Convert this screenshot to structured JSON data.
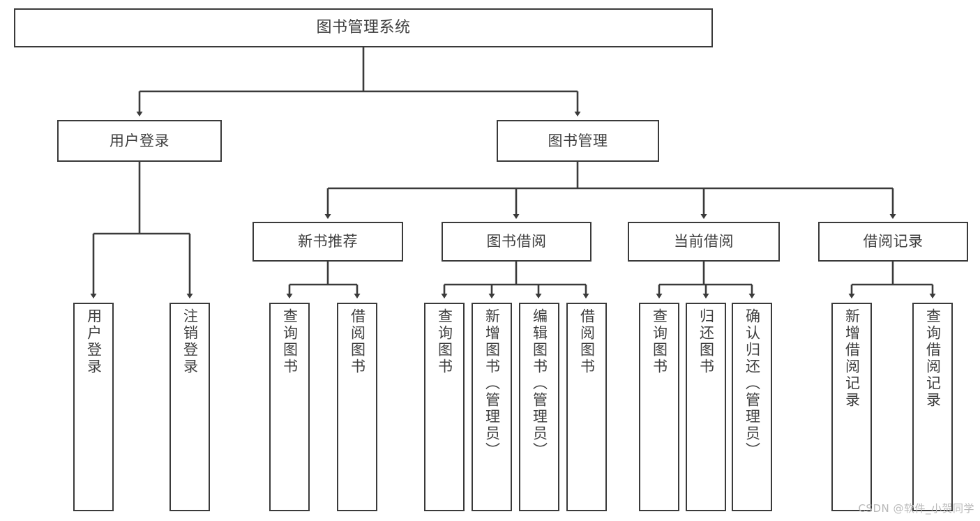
{
  "diagram": {
    "type": "tree",
    "title": "图书管理系统",
    "orientation": "top-down",
    "colors": {
      "background": "#ffffff",
      "box_border": "#3a3a3a",
      "box_fill": "#ffffff",
      "text": "#3f3f3f",
      "connector": "#3a3a3a",
      "watermark": "#b9b9b9"
    },
    "root": {
      "label": "图书管理系统"
    },
    "level2": [
      {
        "label": "用户登录"
      },
      {
        "label": "图书管理"
      }
    ],
    "level3": [
      {
        "label": "新书推荐"
      },
      {
        "label": "图书借阅"
      },
      {
        "label": "当前借阅"
      },
      {
        "label": "借阅记录"
      }
    ],
    "leaves": {
      "user_login": [
        {
          "label": "用户登录"
        },
        {
          "label": "注销登录"
        }
      ],
      "new_book_recommend": [
        {
          "label": "查询图书"
        },
        {
          "label": "借阅图书"
        }
      ],
      "book_borrow": [
        {
          "label": "查询图书"
        },
        {
          "label": "新增图书（管理员）"
        },
        {
          "label": "编辑图书（管理员）"
        },
        {
          "label": "借阅图书"
        }
      ],
      "current_borrow": [
        {
          "label": "查询图书"
        },
        {
          "label": "归还图书"
        },
        {
          "label": "确认归还（管理员）"
        }
      ],
      "borrow_record": [
        {
          "label": "新增借阅记录"
        },
        {
          "label": "查询借阅记录"
        }
      ]
    }
  },
  "watermark": {
    "text": "CSDN @软件_小贺同学"
  }
}
